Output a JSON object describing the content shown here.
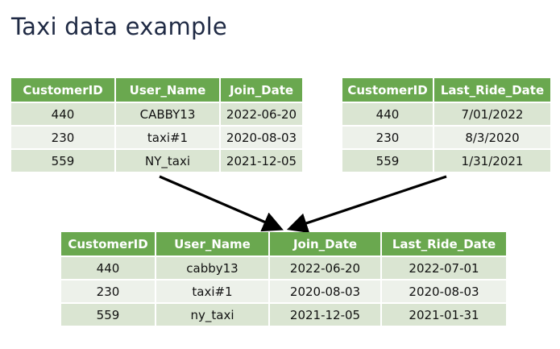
{
  "title": "Taxi data example",
  "table1": {
    "headers": [
      "CustomerID",
      "User_Name",
      "Join_Date"
    ],
    "rows": [
      [
        "440",
        "CABBY13",
        "2022-06-20"
      ],
      [
        "230",
        "taxi#1",
        "2020-08-03"
      ],
      [
        "559",
        "NY_taxi",
        "2021-12-05"
      ]
    ]
  },
  "table2": {
    "headers": [
      "CustomerID",
      "Last_Ride_Date"
    ],
    "rows": [
      [
        "440",
        "7/01/2022"
      ],
      [
        "230",
        "8/3/2020"
      ],
      [
        "559",
        "1/31/2021"
      ]
    ]
  },
  "table3": {
    "headers": [
      "CustomerID",
      "User_Name",
      "Join_Date",
      "Last_Ride_Date"
    ],
    "rows": [
      [
        "440",
        "cabby13",
        "2022-06-20",
        "2022-07-01"
      ],
      [
        "230",
        "taxi#1",
        "2020-08-03",
        "2020-08-03"
      ],
      [
        "559",
        "ny_taxi",
        "2021-12-05",
        "2021-01-31"
      ]
    ]
  },
  "colors": {
    "header_green": "#6aa84f",
    "row_dark": "#dae5d2",
    "row_light": "#edf1ea",
    "title": "#1f2a44",
    "arrow": "#000000"
  }
}
